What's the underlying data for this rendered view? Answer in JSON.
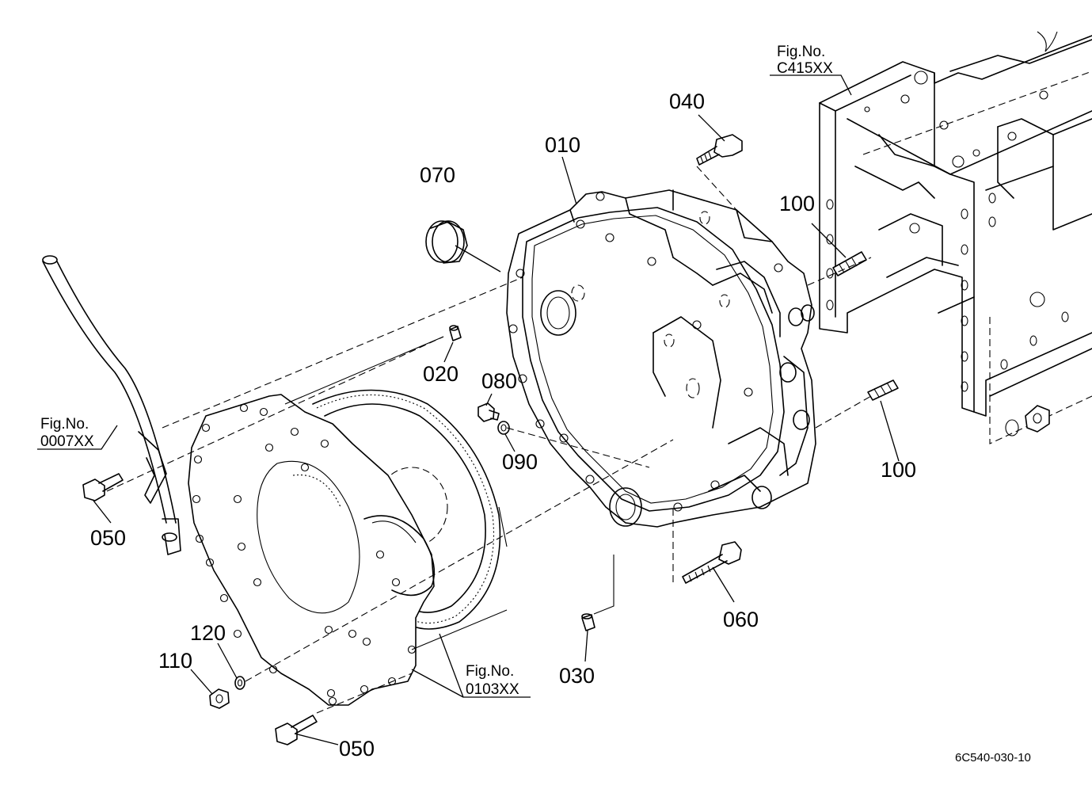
{
  "parts": {
    "p010": "010",
    "p020": "020",
    "p030": "030",
    "p040": "040",
    "p050_top": "050",
    "p050_bottom": "050",
    "p060": "060",
    "p070": "070",
    "p080": "080",
    "p090": "090",
    "p100_upper": "100",
    "p100_lower": "100",
    "p110": "110",
    "p120": "120"
  },
  "figure_refs": {
    "c415": {
      "title": "Fig.No.",
      "code": "C415XX"
    },
    "f0007": {
      "title": "Fig.No.",
      "code": "0007XX"
    },
    "f0103": {
      "title": "Fig.No.",
      "code": "0103XX"
    }
  },
  "drawing_id": "6C540-030-10"
}
